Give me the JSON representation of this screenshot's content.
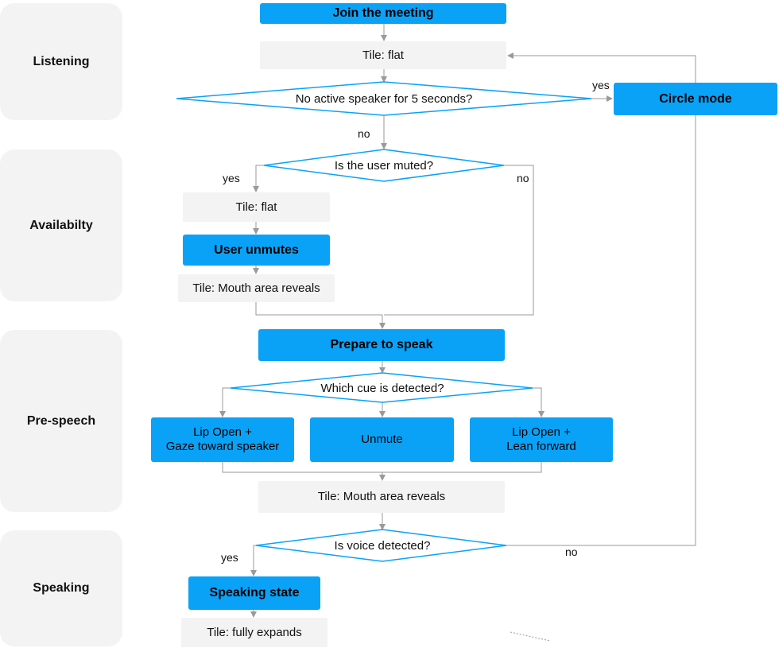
{
  "phases": {
    "listening": "Listening",
    "availability": "Availabilty",
    "pre_speech": "Pre-speech",
    "speaking": "Speaking"
  },
  "nodes": {
    "join_meeting": "Join the meeting",
    "tile_flat_1": "Tile: flat",
    "decision_no_speaker": "No active speaker for 5 seconds?",
    "circle_mode": "Circle mode",
    "decision_muted": "Is the user muted?",
    "tile_flat_2": "Tile: flat",
    "user_unmutes": "User unmutes",
    "tile_mouth_1": "Tile: Mouth area reveals",
    "prepare_to_speak": "Prepare to speak",
    "decision_cue": "Which cue is detected?",
    "cue_lip_gaze": "Lip Open +\nGaze toward speaker",
    "cue_unmute": "Unmute",
    "cue_lip_lean": "Lip Open +\nLean forward",
    "tile_mouth_2": "Tile: Mouth area reveals",
    "decision_voice": "Is voice detected?",
    "speaking_state": "Speaking state",
    "tile_expands": "Tile: fully expands"
  },
  "edge_labels": {
    "speaker_yes": "yes",
    "speaker_no": "no",
    "muted_yes": "yes",
    "muted_no": "no",
    "voice_yes": "yes",
    "voice_no": "no"
  },
  "colors": {
    "action": "#0aa2f7",
    "state": "#f3f3f3",
    "decision_stroke": "#0aa2f7",
    "connector": "#9a9a9a"
  }
}
